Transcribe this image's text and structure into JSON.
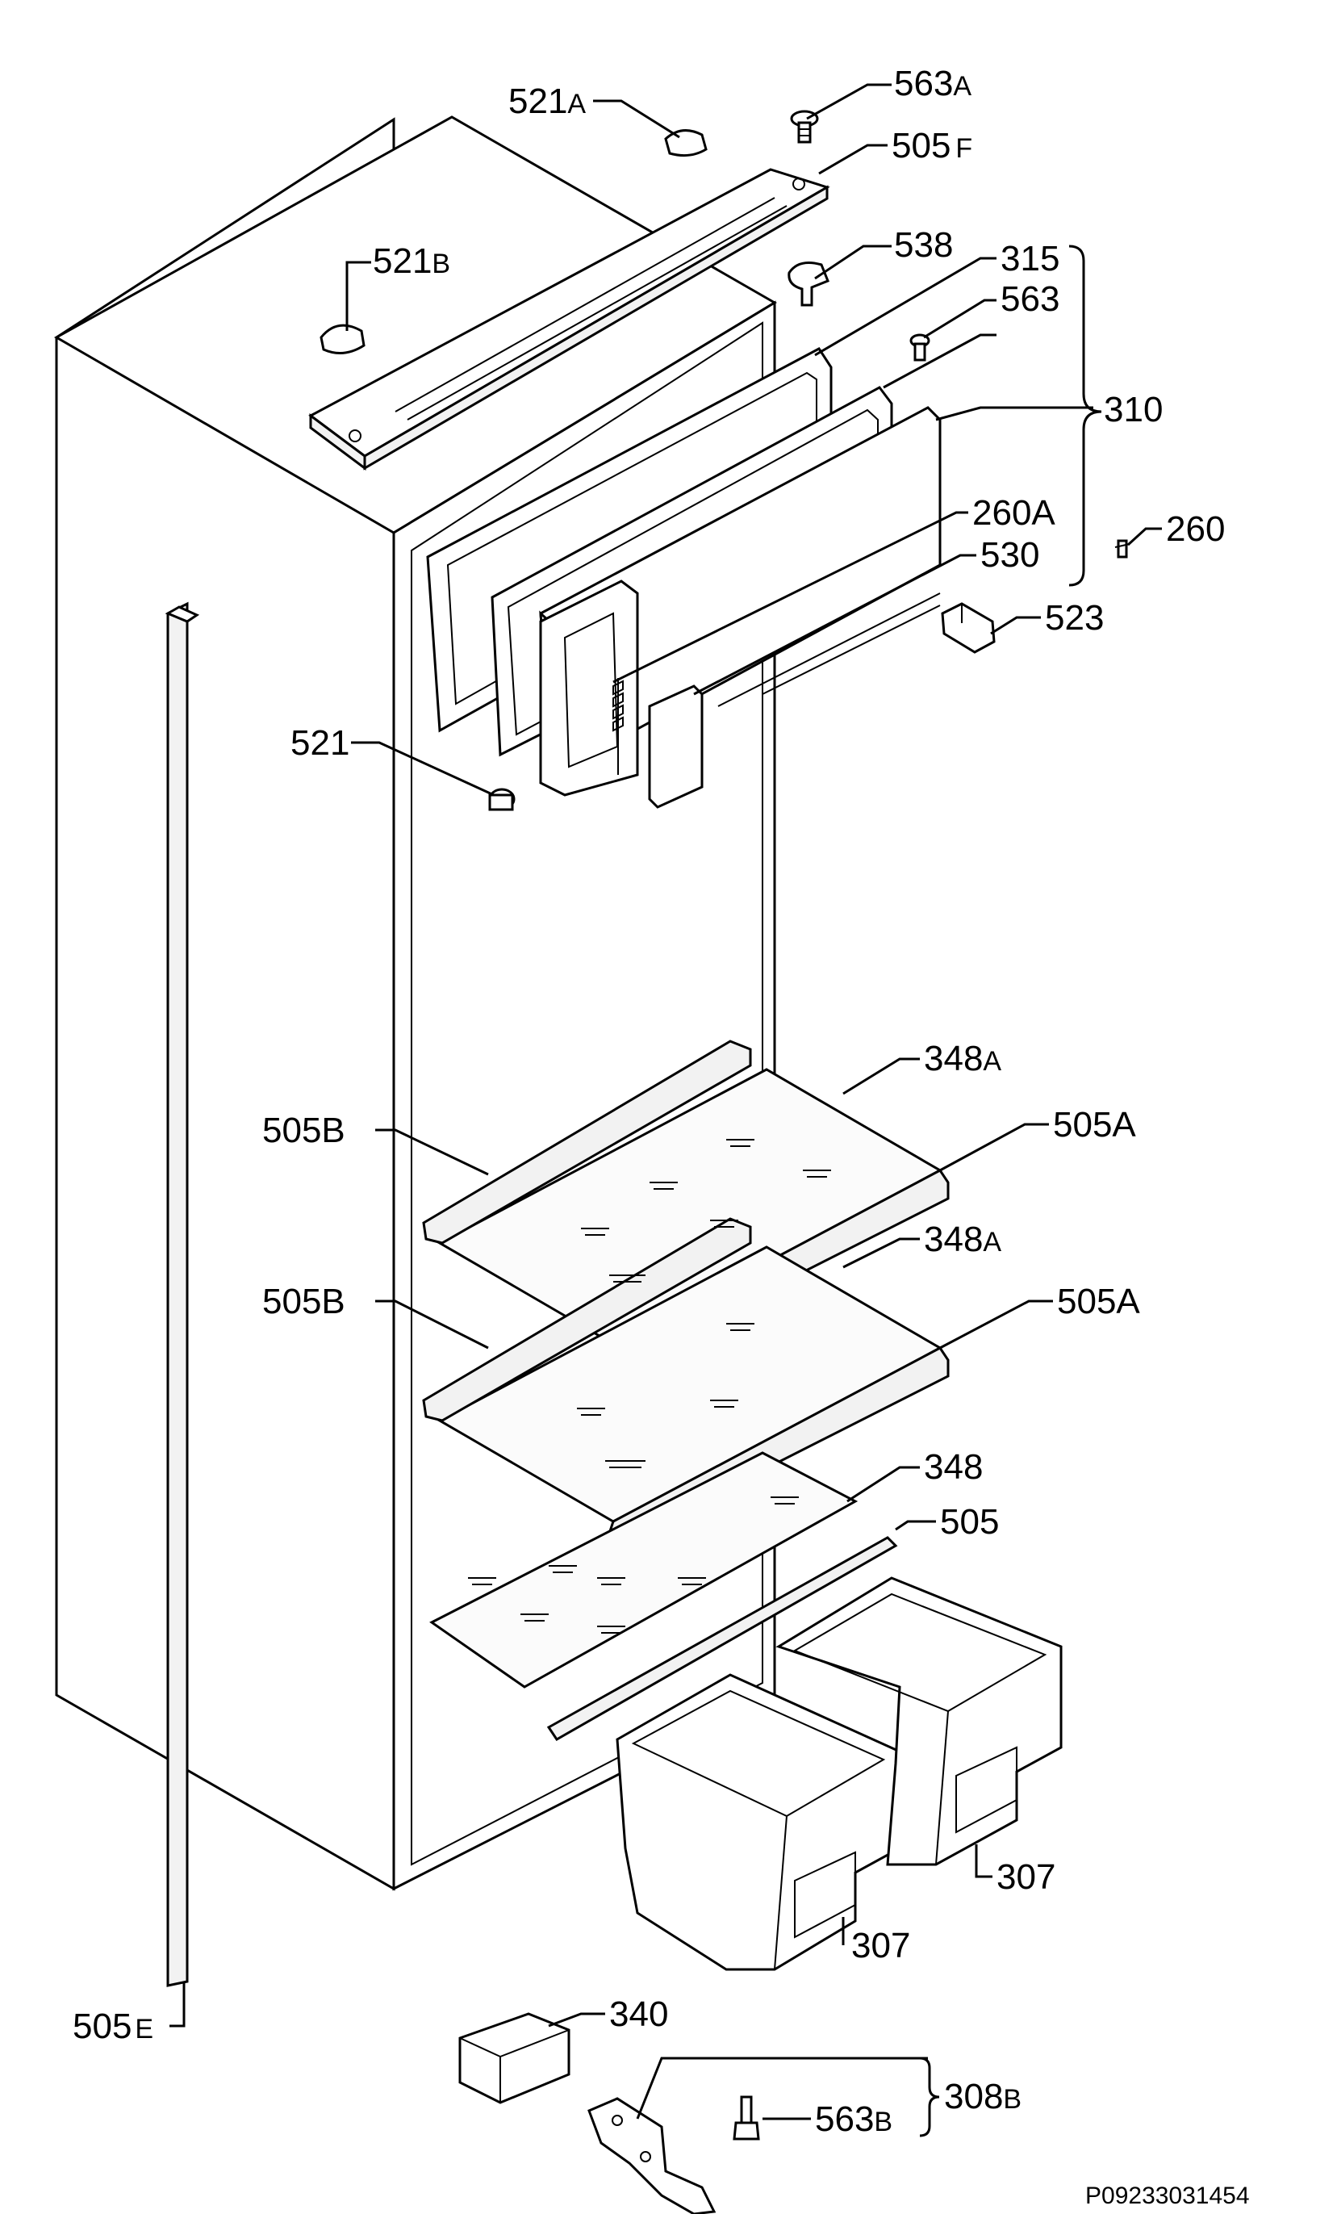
{
  "labels": {
    "l521a": {
      "num": "521",
      "sub": "A"
    },
    "l563a": {
      "num": "563",
      "sub": "A"
    },
    "l505f": {
      "num": "505",
      "sub": "F"
    },
    "l521b": {
      "num": "521",
      "sub": "B"
    },
    "l538": {
      "num": "538",
      "sub": ""
    },
    "l315": {
      "num": "315",
      "sub": ""
    },
    "l563": {
      "num": "563",
      "sub": ""
    },
    "l310": {
      "num": "310",
      "sub": ""
    },
    "l260a": {
      "num": "260A",
      "sub": ""
    },
    "l260": {
      "num": "260",
      "sub": ""
    },
    "l530": {
      "num": "530",
      "sub": ""
    },
    "l523": {
      "num": "523",
      "sub": ""
    },
    "l521": {
      "num": "521",
      "sub": ""
    },
    "l348a1": {
      "num": "348",
      "sub": "A"
    },
    "l505b1": {
      "num": "505B",
      "sub": ""
    },
    "l505a1": {
      "num": "505A",
      "sub": ""
    },
    "l348a2": {
      "num": "348",
      "sub": "A"
    },
    "l505b2": {
      "num": "505B",
      "sub": ""
    },
    "l505a2": {
      "num": "505A",
      "sub": ""
    },
    "l348": {
      "num": "348",
      "sub": ""
    },
    "l505": {
      "num": "505",
      "sub": ""
    },
    "l307a": {
      "num": "307",
      "sub": ""
    },
    "l307b": {
      "num": "307",
      "sub": ""
    },
    "l505e": {
      "num": "505",
      "sub": "E"
    },
    "l340": {
      "num": "340",
      "sub": ""
    },
    "l563b": {
      "num": "563",
      "sub": "B"
    },
    "l308b": {
      "num": "308",
      "sub": "B"
    }
  },
  "document_number": "P09233031454"
}
